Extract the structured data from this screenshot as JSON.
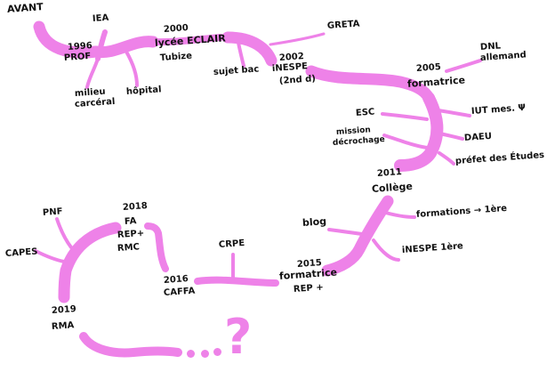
{
  "colors": {
    "branch": "#ee82e8",
    "ink": "#111111",
    "background": "#ffffff"
  },
  "labels": {
    "avant": "AVANT",
    "iea": "IEA",
    "prof_year": "1996",
    "prof": "PROF",
    "lycee_year": "2000",
    "lycee": "lycée ECLAIR",
    "lycee_place": "Tubize",
    "milieu": "milieu",
    "carceral": "carcéral",
    "hopital": "hôpital",
    "sujet_bac": "sujet bac",
    "inespe_year": "2002",
    "inespe": "iNESPE",
    "inespe_detail": "(2nd d)",
    "greta": "GRETA",
    "formatrice_year": "2005",
    "formatrice": "formatrice",
    "dnl": "DNL",
    "allemand": "allemand",
    "esc": "ESC",
    "iut": "IUT mes. Ψ",
    "mission": "mission",
    "decrochage": "décrochage",
    "daeu": "DAEU",
    "prefet": "préfet des Études",
    "college_year": "2011",
    "college": "Collège",
    "blog": "blog",
    "formations": "formations → 1ère",
    "inespe2": "iNESPE 1ère",
    "formatrice2_year": "2015",
    "formatrice2": "formatrice",
    "rep": "REP +",
    "crpe": "CRPE",
    "caffa_year": "2016",
    "caffa": "CAFFA",
    "y2018": "2018",
    "fa": "FA",
    "rep2": "REP+",
    "rmc": "RMC",
    "pnf": "PNF",
    "capes": "CAPES",
    "y2019": "2019",
    "rma": "RMA",
    "qmark": "?"
  }
}
